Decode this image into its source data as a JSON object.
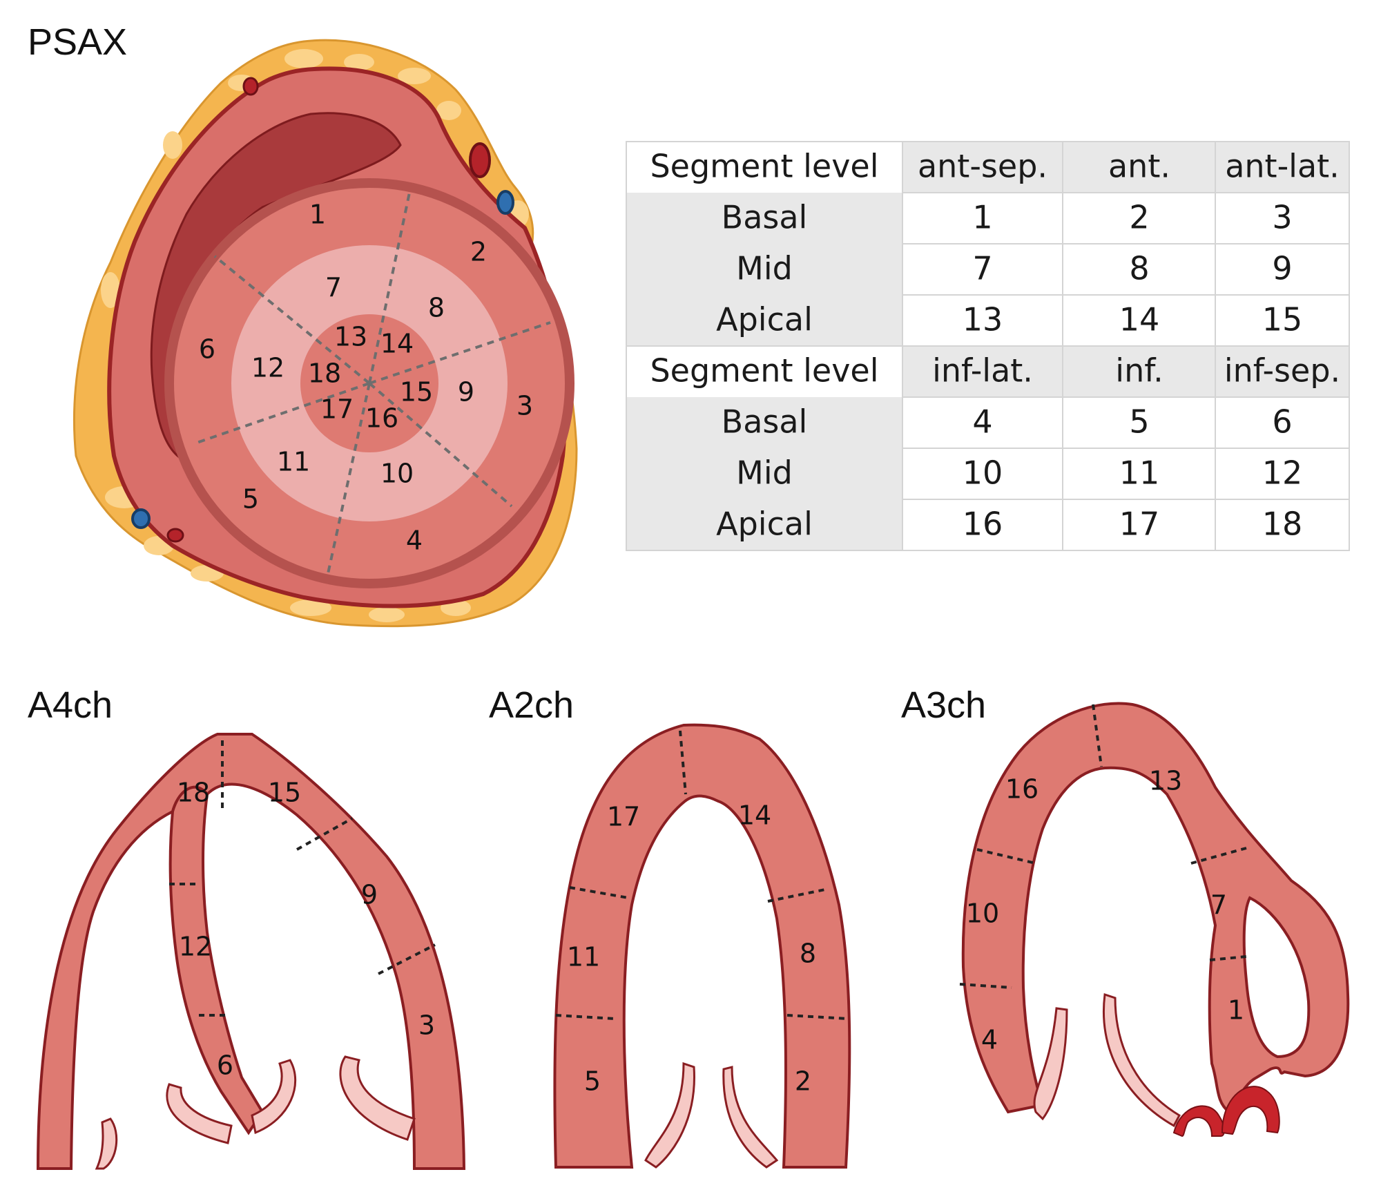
{
  "views": {
    "psax": "PSAX",
    "a4ch": "A4ch",
    "a2ch": "A2ch",
    "a3ch": "A3ch"
  },
  "table": {
    "blocks": [
      {
        "header": [
          "Segment level",
          "ant-sep.",
          "ant.",
          "ant-lat."
        ],
        "rows": [
          [
            "Basal",
            "1",
            "2",
            "3"
          ],
          [
            "Mid",
            "7",
            "8",
            "9"
          ],
          [
            "Apical",
            "13",
            "14",
            "15"
          ]
        ]
      },
      {
        "header": [
          "Segment level",
          "inf-lat.",
          "inf.",
          "inf-sep."
        ],
        "rows": [
          [
            "Basal",
            "4",
            "5",
            "6"
          ],
          [
            "Mid",
            "10",
            "11",
            "12"
          ],
          [
            "Apical",
            "16",
            "17",
            "18"
          ]
        ]
      }
    ]
  },
  "psax_segments": [
    "1",
    "2",
    "3",
    "4",
    "5",
    "6",
    "7",
    "8",
    "9",
    "10",
    "11",
    "12",
    "13",
    "14",
    "15",
    "16",
    "17",
    "18"
  ],
  "a4ch_segments": [
    "18",
    "15",
    "9",
    "12",
    "3",
    "6"
  ],
  "a2ch_segments": [
    "17",
    "14",
    "11",
    "8",
    "5",
    "2"
  ],
  "a3ch_segments": [
    "16",
    "13",
    "10",
    "7",
    "4",
    "1"
  ],
  "colors": {
    "muscle": "#de7a72",
    "muscle_outline": "#8a1e22",
    "mid_ring": "#ecaeac",
    "fat": "#f4b54f",
    "valve": "#f6c9c5",
    "vessel_red": "#b4232a",
    "vessel_blue": "#2f6fb0"
  }
}
